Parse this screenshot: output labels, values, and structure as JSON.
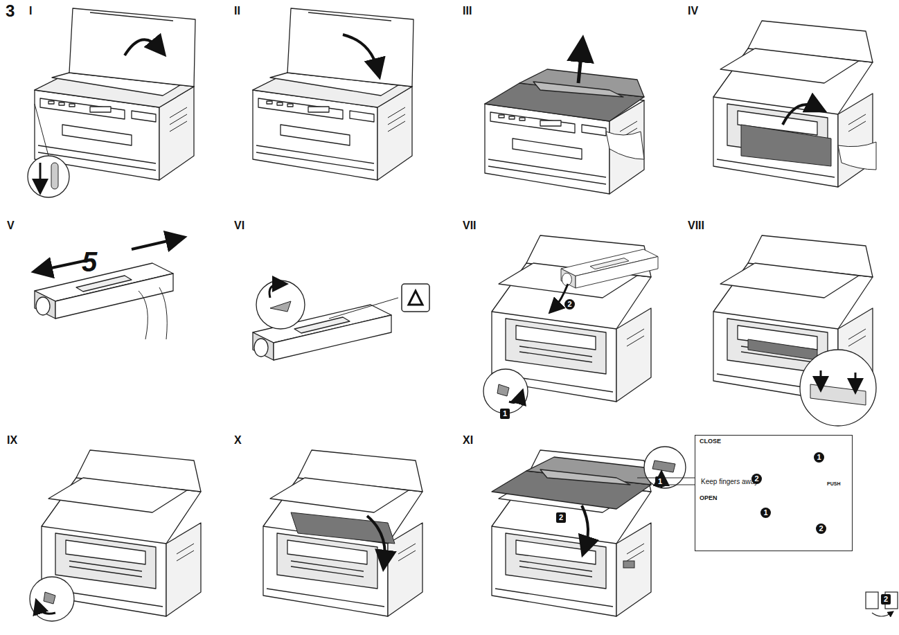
{
  "diagram": {
    "nodes": [
      {
        "text": [
          "CLOSE",
          "Keep fingers away",
          "PUSH",
          "OPEN"
        ]
      }
    ],
    "labels": [
      "3",
      "I",
      "II",
      "III",
      "IV",
      "V",
      "VI",
      "VII",
      "VIII",
      "IX",
      "X",
      "XI",
      "5",
      "2",
      "1",
      "2",
      "1",
      "1",
      "2",
      "1",
      "2",
      "2"
    ]
  }
}
